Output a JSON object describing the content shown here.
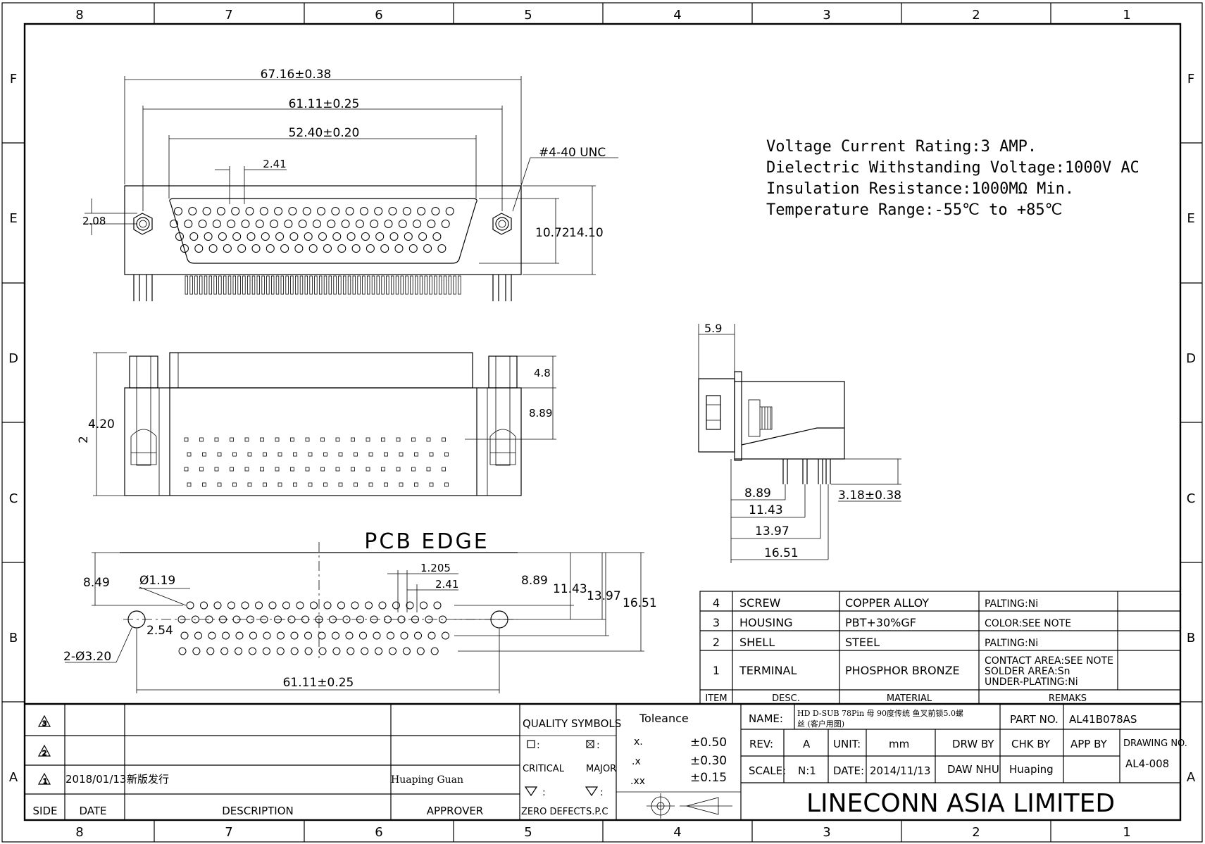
{
  "frame": {
    "columns": [
      "8",
      "7",
      "6",
      "5",
      "4",
      "3",
      "2",
      "1"
    ],
    "rows": [
      "F",
      "E",
      "D",
      "C",
      "B",
      "A"
    ]
  },
  "specs": [
    "Voltage Current Rating:3 AMP.",
    "Dielectric Withstanding Voltage:1000V AC",
    "Insulation Resistance:1000MΩ Min.",
    "Temperature Range:-55℃ to +85℃"
  ],
  "front_view": {
    "dims": {
      "overall": "67.16±0.38",
      "mount": "61.11±0.25",
      "shell": "52.40±0.20",
      "pitch": "2.41",
      "thread": "#4-40 UNC",
      "offset": "2.08",
      "inner_h": "10.72",
      "outer_h": "14.10"
    }
  },
  "bottom_view": {
    "dims": {
      "depth": "4.20",
      "side": "2",
      "lock_h": "4.8",
      "row_off": "8.89"
    }
  },
  "pcb_layout": {
    "label": "PCB EDGE",
    "dims": {
      "edge_off": "8.49",
      "hole_dia": "Ø1.19",
      "half_pitch": "1.205",
      "pitch": "2.41",
      "d1": "8.89",
      "d2": "11.43",
      "d3": "13.97",
      "d4": "16.51",
      "row_pitch": "2.54",
      "mount_holes": "2-Ø3.20",
      "mount_span": "61.11±0.25"
    }
  },
  "side_view": {
    "dims": {
      "flange": "5.9",
      "a": "8.89",
      "b": "11.43",
      "c": "13.97",
      "d": "16.51",
      "tail": "3.18±0.38"
    }
  },
  "bom": {
    "rows": [
      {
        "item": "4",
        "desc": "SCREW",
        "material": "COPPER ALLOY",
        "remarks": [
          "PALTING:Ni"
        ]
      },
      {
        "item": "3",
        "desc": "HOUSING",
        "material": "PBT+30%GF",
        "remarks": [
          "COLOR:SEE NOTE"
        ]
      },
      {
        "item": "2",
        "desc": "SHELL",
        "material": "STEEL",
        "remarks": [
          "PALTING:Ni"
        ]
      },
      {
        "item": "1",
        "desc": "TERMINAL",
        "material": "PHOSPHOR BRONZE",
        "remarks": [
          "CONTACT AREA:SEE NOTE",
          "SOLDER AREA:Sn",
          "UNDER-PLATING:Ni"
        ]
      }
    ],
    "headers": {
      "item": "ITEM",
      "desc": "DESC.",
      "material": "MATERIAL",
      "remarks": "REMAKS"
    }
  },
  "revision": {
    "row3_date": "2018/01/13",
    "row3_desc": "新版发行",
    "row3_approver": "Huaping Guan",
    "headers": {
      "side": "SIDE",
      "date": "DATE",
      "desc": "DESCRIPTION",
      "approver": "APPROVER"
    }
  },
  "quality": {
    "title": "QUALITY SYMBOLS",
    "critical": "CRITICAL",
    "major": "MAJOR",
    "zero": "ZERO DEFECT",
    "spc": "S.P.C"
  },
  "tolerance": {
    "title": "Toleance",
    "rows": [
      {
        "k": "x.",
        "v": "±0.50"
      },
      {
        "k": ".x",
        "v": "±0.30"
      },
      {
        "k": ".xx",
        "v": "±0.15"
      }
    ]
  },
  "title_block": {
    "name_label": "NAME:",
    "name_line1": "HD D-SUB 78Pin 母 90度传统 鱼叉前锁5.0螺",
    "name_line2": "丝        (客户用图)",
    "part_label": "PART NO.",
    "part_no": "AL41B078AS",
    "rev_label": "REV:",
    "rev": "A",
    "unit_label": "UNIT:",
    "unit": "mm",
    "drw_label": "DRW BY",
    "chk_label": "CHK BY",
    "app_label": "APP BY",
    "drawing_no_label": "DRAWING NO.",
    "drawing_no": "AL4-008",
    "scale_label": "SCALE:",
    "scale": "N:1",
    "date_label": "DATE:",
    "date": "2014/11/13",
    "drawn_by": "DAW NHU",
    "checked_by": "Huaping",
    "company": "LINECONN ASIA LIMITED"
  }
}
